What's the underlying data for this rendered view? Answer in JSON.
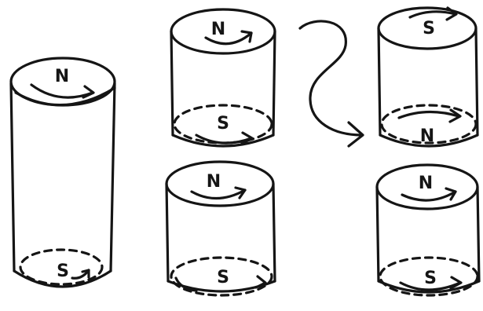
{
  "magnets": [
    {
      "top_pole": "N",
      "bottom_pole": "S"
    },
    {
      "top_pole": "N",
      "bottom_pole": "S"
    },
    {
      "top_pole": "N",
      "bottom_pole": "S"
    },
    {
      "top_pole": "S",
      "bottom_pole": "N"
    },
    {
      "top_pole": "N",
      "bottom_pole": "S"
    }
  ],
  "colors": {
    "ink": "#151515",
    "background": "#ffffff"
  },
  "icons": {
    "flip": "curved-arrow-icon",
    "rotation": "rotation-arrow-icon"
  }
}
